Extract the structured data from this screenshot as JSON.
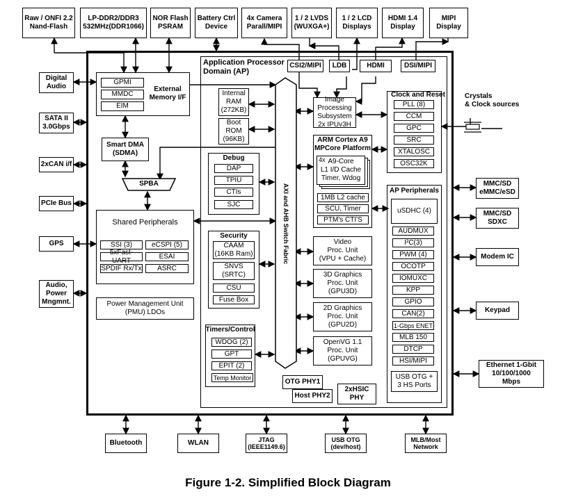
{
  "top_blocks": [
    "Raw / ONFI 2.2\nNand-Flash",
    "LP-DDR2/DDR3\n532MHz(DDR1066)",
    "NOR Flash\nPSRAM",
    "Battery Ctrl\nDevice",
    "4x Camera\nParall/MIPI",
    "1 / 2 LVDS\n(WUXGA+)",
    "1 / 2 LCD\nDisplays",
    "HDMI 1.4\nDisplay",
    "MIPI\nDisplay"
  ],
  "left_blocks": [
    "Digital\nAudio",
    "SATA II\n3.0Gbps",
    "2xCAN i/f",
    "PCIe Bus",
    "GPS",
    "Audio,\nPower\nMngmnt."
  ],
  "right_blocks": [
    "MMC/SD\neMMC/eSD",
    "MMC/SD\nSDXC",
    "Modem IC",
    "Keypad",
    "Ethernet 1-Gbit\n10/100/1000\nMbps"
  ],
  "bottom_blocks": [
    "Bluetooth",
    "WLAN",
    "JTAG\n(IEEE1149.6)",
    "USB OTG\n(dev/host)",
    "MLB/Most\nNetwork"
  ],
  "crystals": "Crystals\n& Clock sources",
  "ext_mem": {
    "items": [
      "GPMI",
      "MMDC",
      "EIM"
    ],
    "label": "External\nMemory I/F"
  },
  "sdma": "Smart DMA\n(SDMA)",
  "spba": "SPBA",
  "shared": {
    "title": "Shared Peripherals",
    "items": [
      "SSI (3)",
      "eCSPI (5)",
      "5xFast-UART",
      "ESAI",
      "SPDIF Rx/Tx",
      "ASRC"
    ]
  },
  "pmu": "Power Management Unit\n(PMU) LDOs",
  "ap": {
    "title": "Application Processor\nDomain (AP)",
    "ram": "Internal\nRAM\n(272KB)",
    "rom": "Boot\nROM\n(96KB)",
    "debug": {
      "title": "Debug",
      "items": [
        "DAP",
        "TPIU",
        "CTIs",
        "SJC"
      ]
    },
    "security": {
      "title": "Security",
      "items": [
        "CAAM\n(16KB Ram)",
        "SNVS\n(SRTC)",
        "CSU",
        "Fuse Box"
      ]
    },
    "timers": {
      "title": "Timers/Control",
      "items": [
        "WDOG (2)",
        "GPT",
        "EPIT (2)",
        "Temp Monitor"
      ]
    },
    "fabric": "AXI and AHB Switch Fabric",
    "csi": "CSI2/MIPI",
    "ldb": "LDB",
    "hdmi": "HDMI",
    "dsi": "DSI/MIPI",
    "ipu": "Image Processing\nSubsystem\n2x IPUv3H",
    "arm": {
      "title": "ARM Cortex A9\nMPCore Platform",
      "core_count": "4x",
      "core": "A9-Core\nL1 I/D Cache\nTimer, Wdog",
      "items": [
        "1MB L2 cache",
        "SCU, Timer",
        "PTM's CTI'S"
      ]
    },
    "vpu": "Video\nProc. Unit\n(VPU + Cache)",
    "gpu3d": "3D Graphics\nProc. Unit\n(GPU3D)",
    "gpu2d": "2D Graphics\nProc. Unit\n(GPU2D)",
    "gpuvg": "OpenVG 1.1\nProc. Unit\n(GPUVG)",
    "otg_phy1": "OTG PHY1",
    "host_phy2": "Host PHY2",
    "hsic": "2xHSIC\nPHY",
    "clock": {
      "title": "Clock and Reset",
      "items": [
        "PLL (8)",
        "CCM",
        "GPC",
        "SRC",
        "XTALOSC",
        "OSC32K"
      ]
    },
    "periph": {
      "title": "AP Peripherals",
      "usdhc": "uSDHC (4)",
      "items": [
        "AUDMUX",
        "I²C(3)",
        "PWM (4)",
        "OCOTP",
        "IOMUXC",
        "KPP",
        "GPIO",
        "CAN(2)",
        "1-Gbps ENET",
        "MLB 150",
        "DTCP",
        "HSI/MIPI",
        "USB OTG +\n3 HS Ports"
      ]
    }
  },
  "caption": "Figure 1-2. Simplified Block Diagram"
}
